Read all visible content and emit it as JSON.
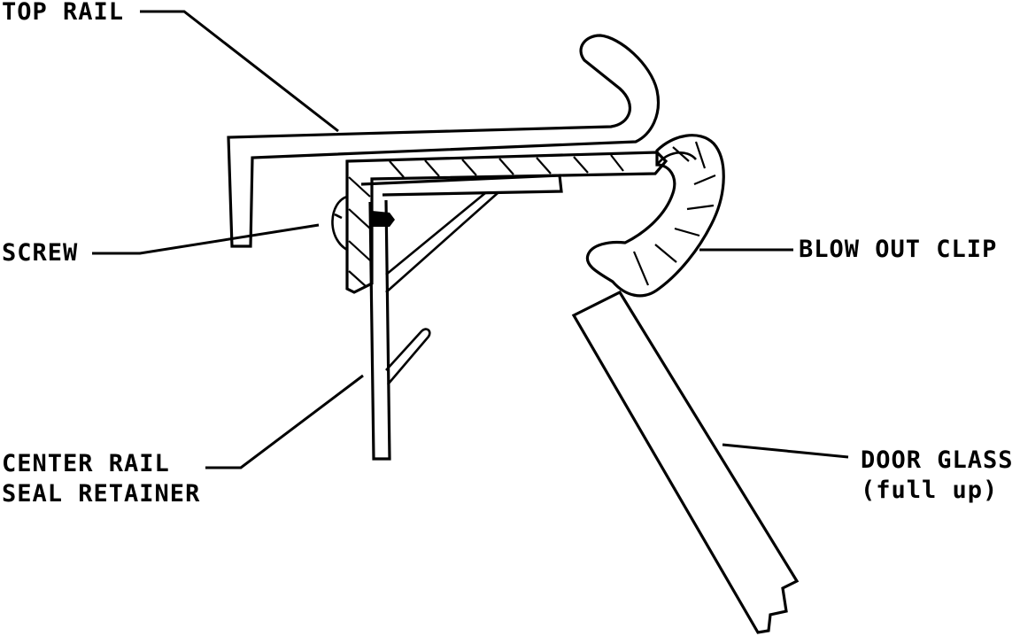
{
  "labels": {
    "top_rail": "TOP RAIL",
    "screw": "SCREW",
    "center_rail_line1": "CENTER RAIL",
    "center_rail_line2": "SEAL RETAINER",
    "blow_out_clip": "BLOW OUT CLIP",
    "door_glass_line1": "DOOR GLASS",
    "door_glass_line2": "(full up)"
  },
  "colors": {
    "ink": "#000000",
    "background": "#ffffff"
  }
}
